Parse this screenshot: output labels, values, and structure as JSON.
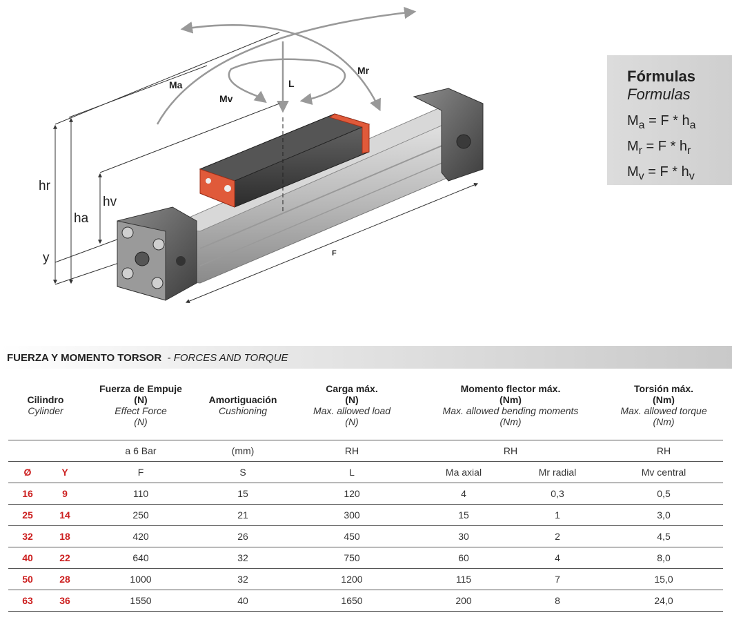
{
  "diagram": {
    "labels": {
      "ma": "Ma",
      "mv": "Mv",
      "l": "L",
      "mr": "Mr",
      "hr": "hr",
      "ha": "ha",
      "hv": "hv",
      "y": "y",
      "f": "F"
    }
  },
  "formulas": {
    "title": "Fórmulas",
    "subtitle": "Formulas",
    "lines": [
      {
        "lhs": "M",
        "lsub": "a",
        "rhs": " = F * h",
        "rsub": "a"
      },
      {
        "lhs": "M",
        "lsub": "r",
        "rhs": " = F * h",
        "rsub": "r"
      },
      {
        "lhs": "M",
        "lsub": "v",
        "rhs": " = F * h",
        "rsub": "v"
      }
    ]
  },
  "section": {
    "title": "FUERZA Y MOMENTO TORSOR",
    "subtitle": "- FORCES AND TORQUE"
  },
  "table": {
    "headers": {
      "cylinder": {
        "es": "Cilindro",
        "en": "Cylinder"
      },
      "force": {
        "es1": "Fuerza de Empuje",
        "es2": "(N)",
        "en1": "Effect Force",
        "en2": "(N)"
      },
      "cushion": {
        "es": "Amortiguación",
        "en": "Cushioning"
      },
      "load": {
        "es1": "Carga máx.",
        "es2": "(N)",
        "en1": "Max. allowed load",
        "en2": "(N)"
      },
      "moment": {
        "es1": "Momento flector máx.",
        "es2": "(Nm)",
        "en1": "Max. allowed bending moments",
        "en2": "(Nm)"
      },
      "torsion": {
        "es1": "Torsión máx.",
        "es2": "(Nm)",
        "en1": "Max. allowed torque",
        "en2": "(Nm)"
      }
    },
    "units": {
      "force": "a 6 Bar",
      "cushion": "(mm)",
      "load": "RH",
      "moment": "RH",
      "torsion": "RH"
    },
    "symbols": {
      "diam": "Ø",
      "y": "Y",
      "f": "F",
      "s": "S",
      "l": "L",
      "ma": "Ma axial",
      "mr": "Mr radial",
      "mv": "Mv central"
    },
    "rows": [
      [
        "16",
        "9",
        "110",
        "15",
        "120",
        "4",
        "0,3",
        "0,5"
      ],
      [
        "25",
        "14",
        "250",
        "21",
        "300",
        "15",
        "1",
        "3,0"
      ],
      [
        "32",
        "18",
        "420",
        "26",
        "450",
        "30",
        "2",
        "4,5"
      ],
      [
        "40",
        "22",
        "640",
        "32",
        "750",
        "60",
        "4",
        "8,0"
      ],
      [
        "50",
        "28",
        "1000",
        "32",
        "1200",
        "115",
        "7",
        "15,0"
      ],
      [
        "63",
        "36",
        "1550",
        "40",
        "1650",
        "200",
        "8",
        "24,0"
      ]
    ]
  }
}
